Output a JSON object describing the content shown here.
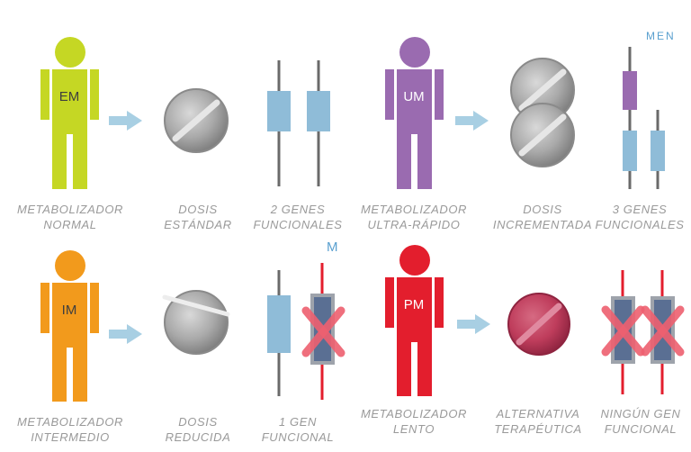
{
  "colors": {
    "normal": "#c5d724",
    "ultra": "#9a6bb0",
    "intermediate": "#f29a1c",
    "poor": "#e31e2d",
    "gene": "#8fbcd8",
    "gene_ultra": "#9a6bb0",
    "gene_null_box": "#5a6f93",
    "cross": "#ee6070",
    "arrow": "#a8cfe3",
    "caption": "#9a9a9a",
    "corner_text": "#5aa0cf"
  },
  "panels": {
    "normal": {
      "badge": "EM",
      "person_caption": [
        "METABOLIZADOR",
        "NORMAL"
      ],
      "dose_caption": [
        "DOSIS",
        "ESTÁNDAR"
      ],
      "gene_caption": [
        "2 GENES",
        "FUNCIONALES"
      ]
    },
    "ultra": {
      "badge": "UM",
      "person_caption": [
        "METABOLIZADOR",
        "ULTRA-RÁPIDO"
      ],
      "dose_caption": [
        "DOSIS",
        "INCREMENTADA"
      ],
      "gene_caption": [
        "3 GENES",
        "FUNCIONALES"
      ],
      "corner": "MEN"
    },
    "intermediate": {
      "badge": "IM",
      "person_caption": [
        "METABOLIZADOR",
        "INTERMEDIO"
      ],
      "dose_caption": [
        "DOSIS",
        "REDUCIDA"
      ],
      "gene_caption": [
        "1 GEN",
        "FUNCIONAL"
      ],
      "corner": "M"
    },
    "poor": {
      "badge": "PM",
      "person_caption": [
        "METABOLIZADOR",
        "LENTO"
      ],
      "dose_caption": [
        "ALTERNATIVA",
        "TERAPÉUTICA"
      ],
      "gene_caption": [
        "NINGÚN GEN",
        "FUNCIONAL"
      ]
    }
  }
}
